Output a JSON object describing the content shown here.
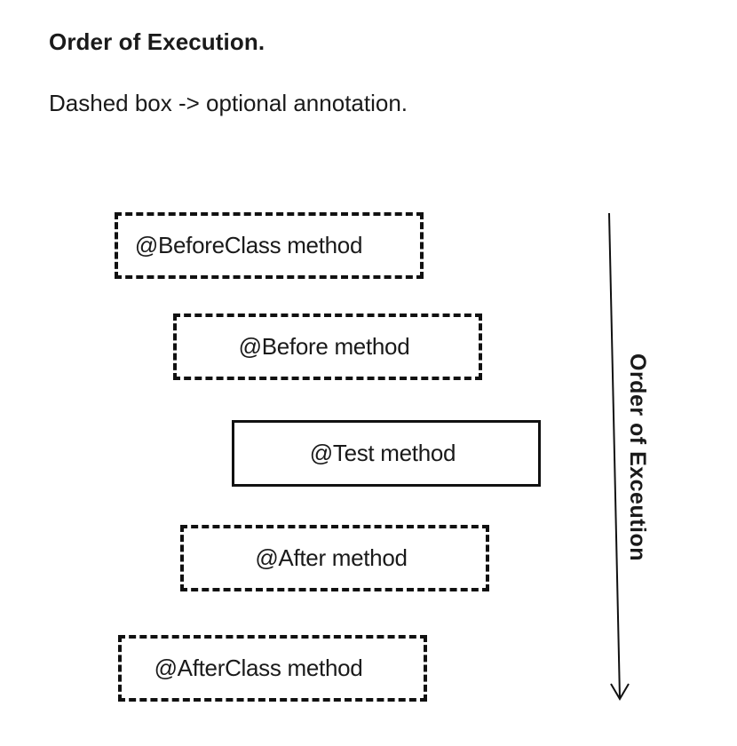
{
  "header": {
    "title": "Order of Execution.",
    "note": "Dashed box -> optional annotation."
  },
  "diagram": {
    "boxes": [
      {
        "label": "@BeforeClass method",
        "style": "dashed"
      },
      {
        "label": "@Before method",
        "style": "dashed"
      },
      {
        "label": "@Test method",
        "style": "solid"
      },
      {
        "label": "@After method",
        "style": "dashed"
      },
      {
        "label": "@AfterClass method",
        "style": "dashed"
      }
    ],
    "arrow_label": "Order of Exceution"
  }
}
